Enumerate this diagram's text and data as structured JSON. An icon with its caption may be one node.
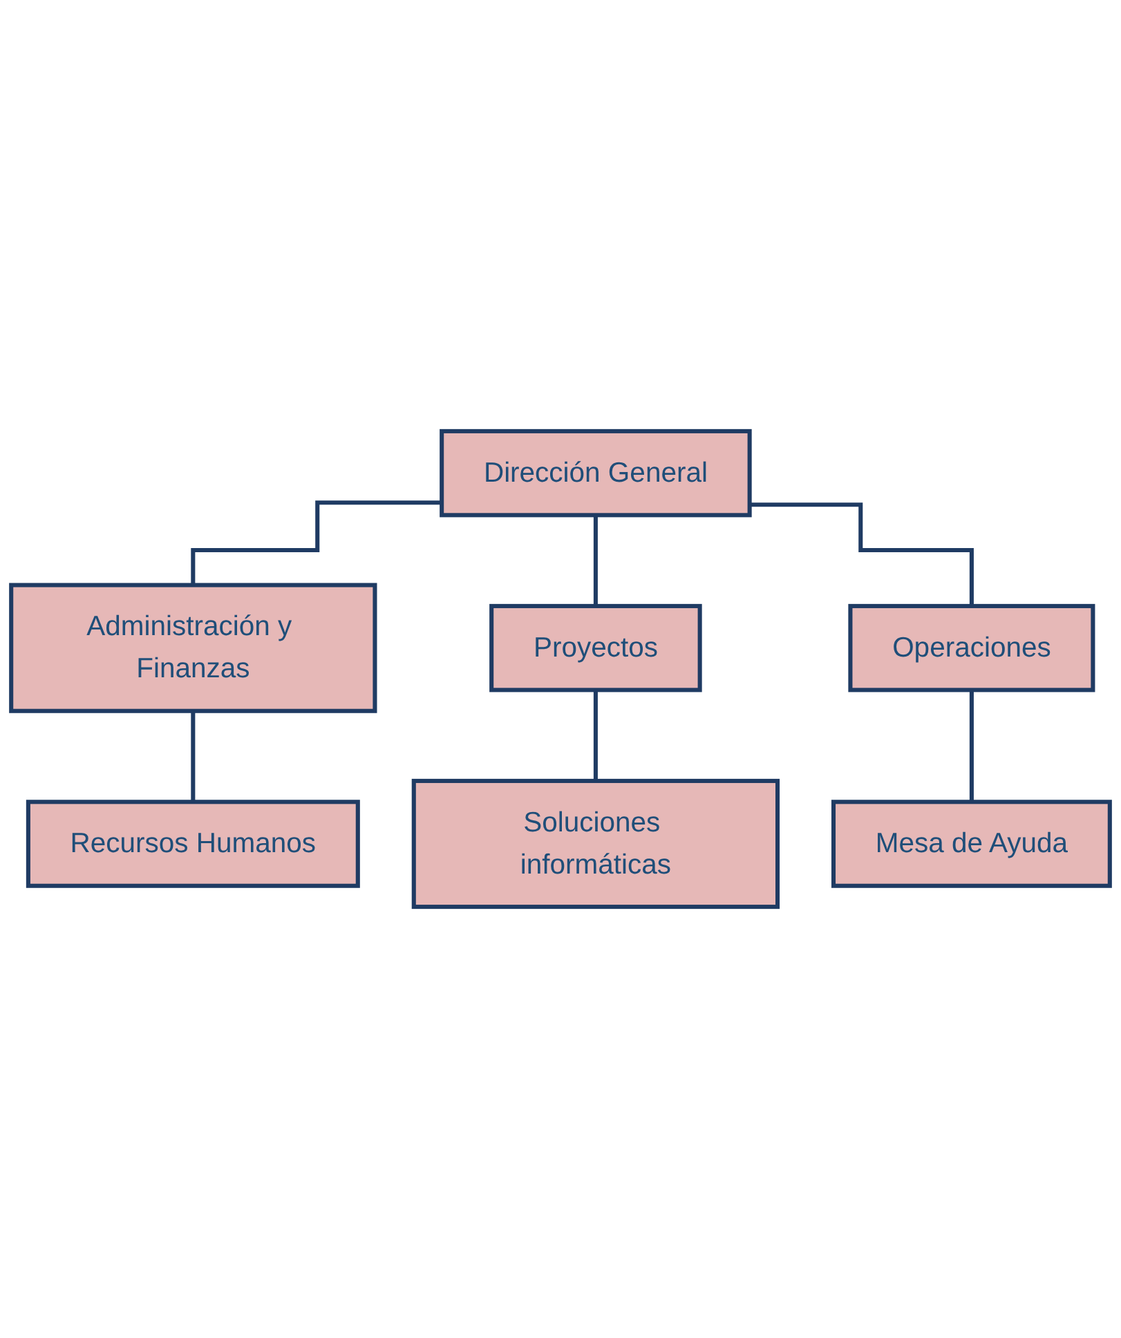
{
  "diagram": {
    "nodes": [
      {
        "text": [
          "Dirección General"
        ]
      },
      {
        "text": [
          "Administración y Finanzas"
        ]
      },
      {
        "text": [
          "Recursos Humanos"
        ]
      },
      {
        "text": [
          "Proyectos"
        ]
      },
      {
        "text": [
          "Operaciones"
        ]
      },
      {
        "text": [
          "Soluciones informáticas"
        ]
      },
      {
        "text": [
          "Mesa de Ayuda"
        ]
      }
    ],
    "edges": [
      {
        "from": 0,
        "to": 1,
        "arrow": "none"
      },
      {
        "from": 1,
        "to": 2,
        "arrow": "none"
      },
      {
        "from": 0,
        "to": 3,
        "arrow": "none"
      },
      {
        "from": 0,
        "to": 4,
        "arrow": "none"
      },
      {
        "from": 3,
        "to": 5,
        "arrow": "none"
      },
      {
        "from": 4,
        "to": 6,
        "arrow": "none"
      }
    ]
  }
}
